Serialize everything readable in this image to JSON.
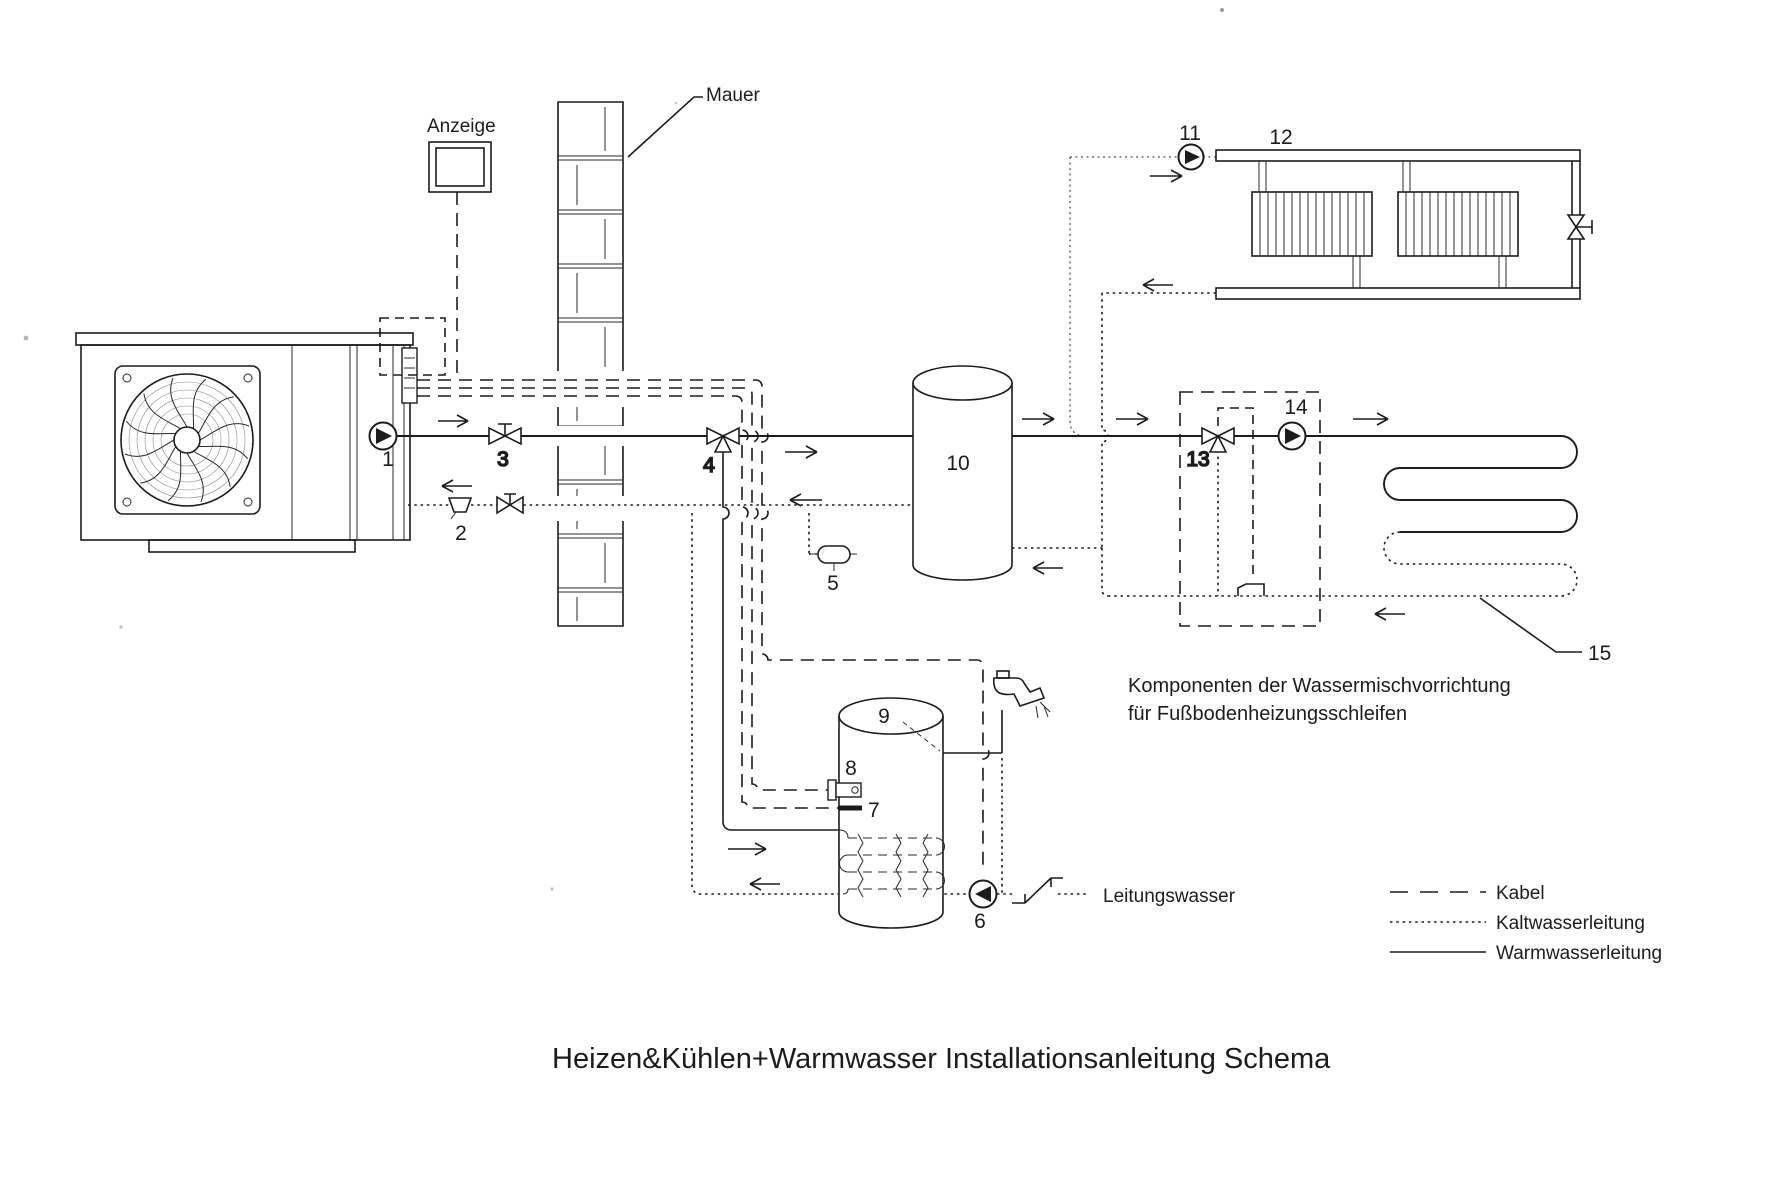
{
  "diagram": {
    "title": "Heizen&Kühlen+Warmwasser Installationsanleitung Schema",
    "labels": {
      "anzeige": "Anzeige",
      "mauer": "Mauer",
      "leitungswasser": "Leitungswasser"
    },
    "note": {
      "line1": "Komponenten der Wassermischvorrichtung",
      "line2": "für Fußbodenheizungsschleifen"
    },
    "legend": {
      "items": [
        {
          "style": "dashed",
          "label": "Kabel"
        },
        {
          "style": "dotted",
          "label": "Kaltwasserleitung"
        },
        {
          "style": "solid",
          "label": "Warmwasserleitung"
        }
      ]
    },
    "components": {
      "c1": "1",
      "c2": "2",
      "c3": "3",
      "c4": "4",
      "c5": "5",
      "c6": "6",
      "c7": "7",
      "c8": "8",
      "c9": "9",
      "c10": "10",
      "c11": "11",
      "c12": "12",
      "c13": "13",
      "c14": "14",
      "c15": "15"
    }
  }
}
